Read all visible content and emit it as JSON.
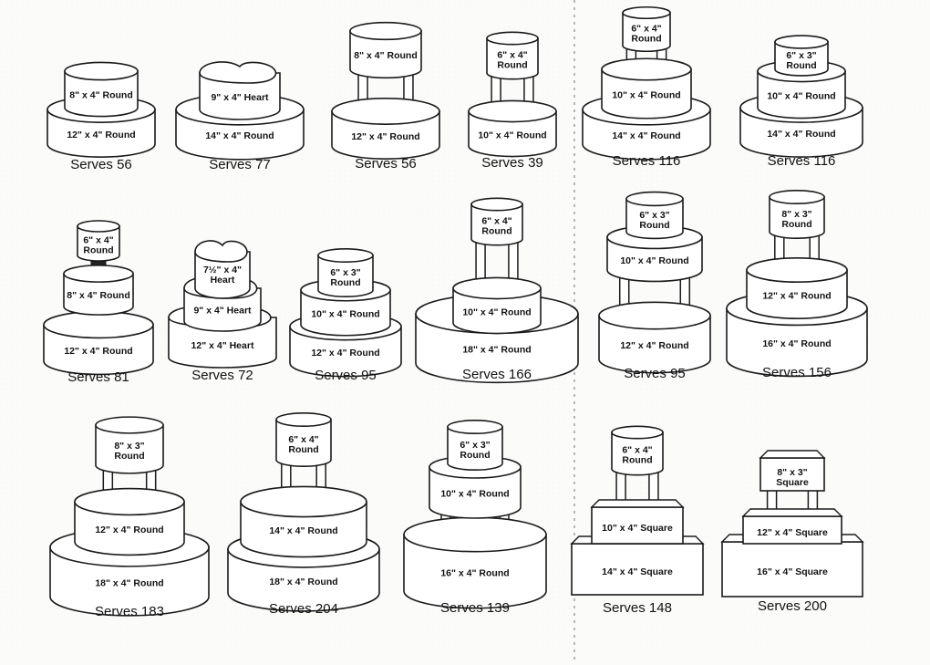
{
  "diagram": {
    "cakes": [
      {
        "serves": "Serves 56",
        "tiers": [
          {
            "label": "12\" x 4\" Round",
            "shape": "round"
          },
          {
            "label": "8\" x 4\" Round",
            "shape": "round"
          }
        ]
      },
      {
        "serves": "Serves 77",
        "tiers": [
          {
            "label": "14\" x 4\" Round",
            "shape": "round"
          },
          {
            "label": "9\" x 4\" Heart",
            "shape": "heart"
          }
        ]
      },
      {
        "serves": "Serves 56",
        "tiers": [
          {
            "label": "12\" x 4\" Round",
            "shape": "round"
          },
          {
            "label": "8\" x 4\" Round",
            "shape": "round"
          }
        ]
      },
      {
        "serves": "Serves 39",
        "tiers": [
          {
            "label": "10\" x 4\" Round",
            "shape": "round"
          },
          {
            "label": "6\" x 4\"",
            "label2": "Round",
            "shape": "round"
          }
        ]
      },
      {
        "serves": "Serves 116",
        "tiers": [
          {
            "label": "14\" x 4\" Round",
            "shape": "round"
          },
          {
            "label": "10\" x 4\" Round",
            "shape": "round"
          },
          {
            "label": "6\" x 4\"",
            "label2": "Round",
            "shape": "round"
          }
        ]
      },
      {
        "serves": "Serves 116",
        "tiers": [
          {
            "label": "14\" x 4\" Round",
            "shape": "round"
          },
          {
            "label": "10\" x 4\" Round",
            "shape": "round"
          },
          {
            "label": "6\" x 3\"",
            "label2": "Round",
            "shape": "round"
          }
        ]
      },
      {
        "serves": "Serves 81",
        "tiers": [
          {
            "label": "12\" x 4\" Round",
            "shape": "round"
          },
          {
            "label": "8\" x 4\" Round",
            "shape": "round"
          },
          {
            "label": "6\" x 4\"",
            "label2": "Round",
            "shape": "round"
          }
        ]
      },
      {
        "serves": "Serves 72",
        "tiers": [
          {
            "label": "12\" x 4\" Heart",
            "shape": "heart"
          },
          {
            "label": "9\" x 4\" Heart",
            "shape": "heart"
          },
          {
            "label": "7½\" x 4\"",
            "label2": "Heart",
            "shape": "heart"
          }
        ]
      },
      {
        "serves": "Serves 95",
        "tiers": [
          {
            "label": "12\" x 4\" Round",
            "shape": "round"
          },
          {
            "label": "10\" x 4\" Round",
            "shape": "round"
          },
          {
            "label": "6\" x 3\"",
            "label2": "Round",
            "shape": "round"
          }
        ]
      },
      {
        "serves": "Serves 166",
        "tiers": [
          {
            "label": "18\" x 4\" Round",
            "shape": "round"
          },
          {
            "label": "10\" x 4\" Round",
            "shape": "round"
          },
          {
            "label": "6\" x 4\"",
            "label2": "Round",
            "shape": "round"
          }
        ]
      },
      {
        "serves": "Serves 95",
        "tiers": [
          {
            "label": "12\" x 4\" Round",
            "shape": "round"
          },
          {
            "label": "10\" x 4\" Round",
            "shape": "round"
          },
          {
            "label": "6\" x 3\"",
            "label2": "Round",
            "shape": "round"
          }
        ]
      },
      {
        "serves": "Serves 156",
        "tiers": [
          {
            "label": "16\" x 4\" Round",
            "shape": "round"
          },
          {
            "label": "12\" x 4\" Round",
            "shape": "round"
          },
          {
            "label": "8\" x 3\"",
            "label2": "Round",
            "shape": "round"
          }
        ]
      },
      {
        "serves": "Serves 183",
        "tiers": [
          {
            "label": "18\" x 4\" Round",
            "shape": "round"
          },
          {
            "label": "12\" x 4\" Round",
            "shape": "round"
          },
          {
            "label": "8\" x 3\"",
            "label2": "Round",
            "shape": "round"
          }
        ]
      },
      {
        "serves": "Serves 204",
        "tiers": [
          {
            "label": "18\" x 4\" Round",
            "shape": "round"
          },
          {
            "label": "14\" x 4\" Round",
            "shape": "round"
          },
          {
            "label": "6\" x 4\"",
            "label2": "Round",
            "shape": "round"
          }
        ]
      },
      {
        "serves": "Serves 139",
        "tiers": [
          {
            "label": "16\" x 4\" Round",
            "shape": "round"
          },
          {
            "label": "10\" x 4\" Round",
            "shape": "round"
          },
          {
            "label": "6\" x 3\"",
            "label2": "Round",
            "shape": "round"
          }
        ]
      },
      {
        "serves": "Serves 148",
        "tiers": [
          {
            "label": "14\" x 4\" Square",
            "shape": "square"
          },
          {
            "label": "10\" x 4\" Square",
            "shape": "square"
          },
          {
            "label": "6\" x 4\"",
            "label2": "Round",
            "shape": "round"
          }
        ]
      },
      {
        "serves": "Serves 200",
        "tiers": [
          {
            "label": "16\" x 4\" Square",
            "shape": "square"
          },
          {
            "label": "12\" x 4\" Square",
            "shape": "square"
          },
          {
            "label": "8\" x 3\"",
            "label2": "Square",
            "shape": "square"
          }
        ]
      }
    ]
  }
}
